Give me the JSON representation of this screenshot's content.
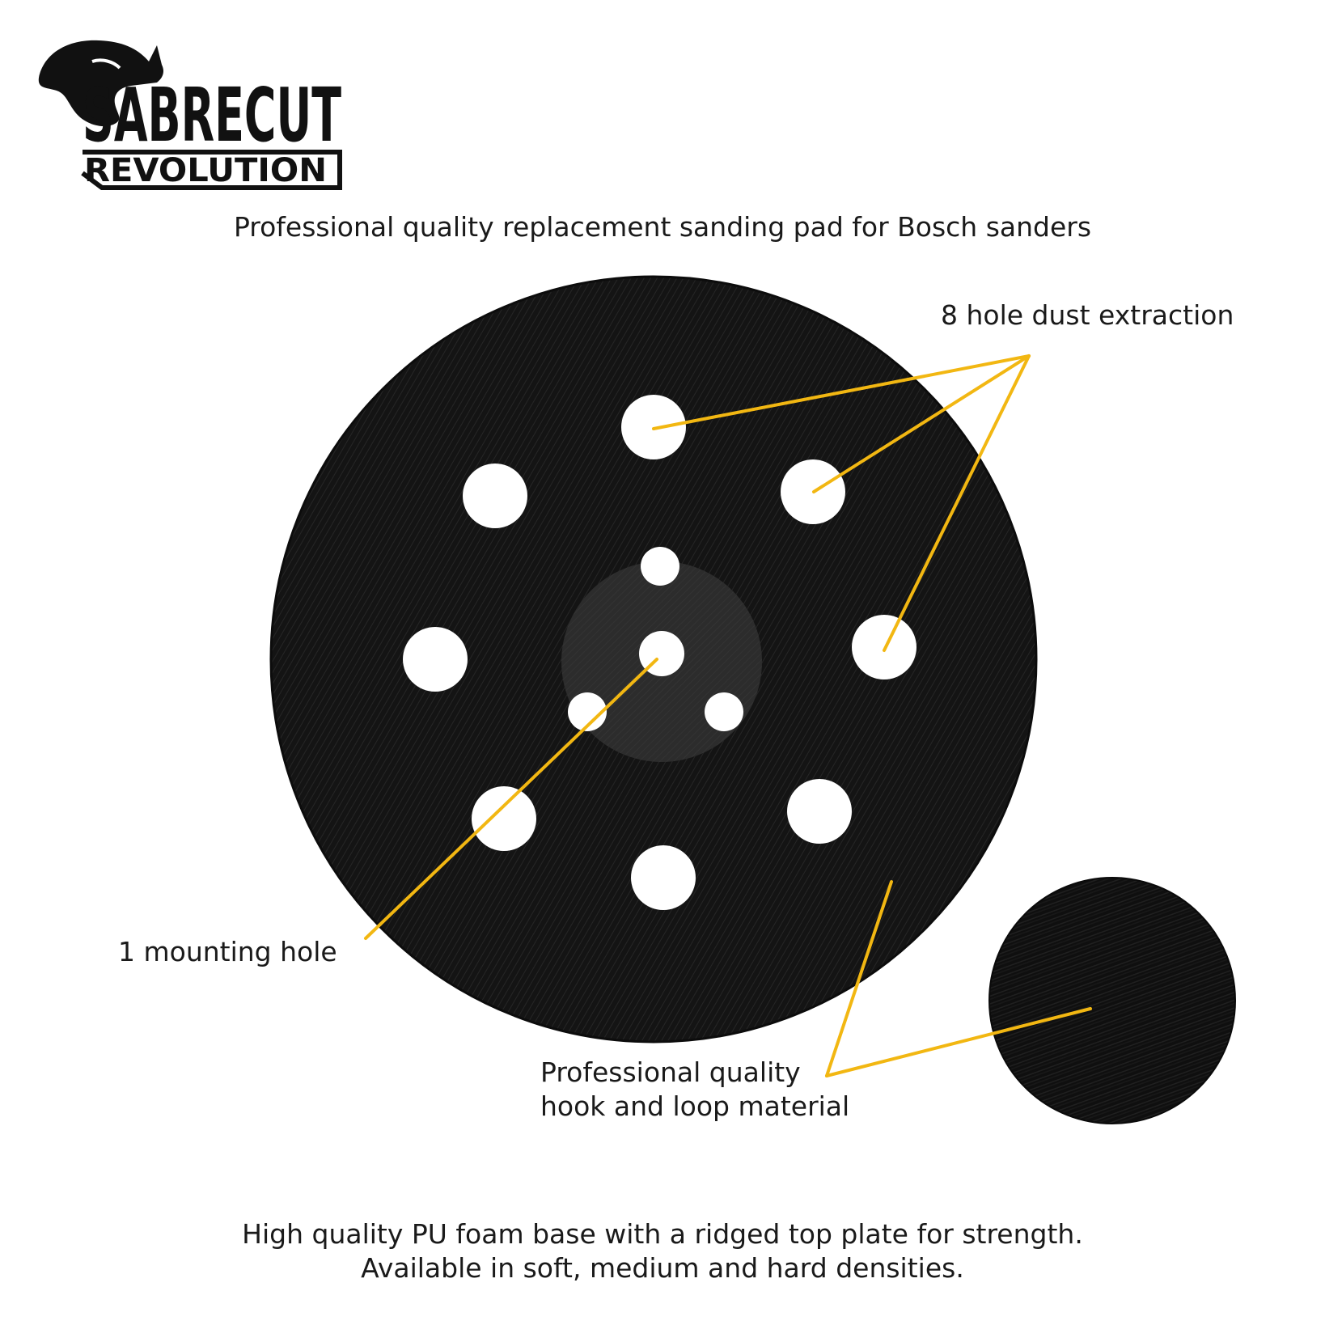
{
  "brand": {
    "name": "SABRECUT",
    "subline": "REVOLUTION"
  },
  "headline": "Professional quality replacement sanding pad for Bosch sanders",
  "callouts": {
    "dust_extraction": "8 hole dust extraction",
    "mounting_hole": "1 mounting hole",
    "hook_loop": {
      "line1": "Professional quality",
      "line2": "hook and loop material"
    }
  },
  "footer": {
    "line1": "High quality PU foam base with a ridged top plate for strength.",
    "line2": "Available in soft, medium and hard densities."
  },
  "colors": {
    "background": "#ffffff",
    "pad": "#141414",
    "hub": "#2c2c2c",
    "leader_lines": "#f2b712",
    "text": "#1a1a1a"
  },
  "product": {
    "dust_holes": 8,
    "mounting_holes": 1
  }
}
